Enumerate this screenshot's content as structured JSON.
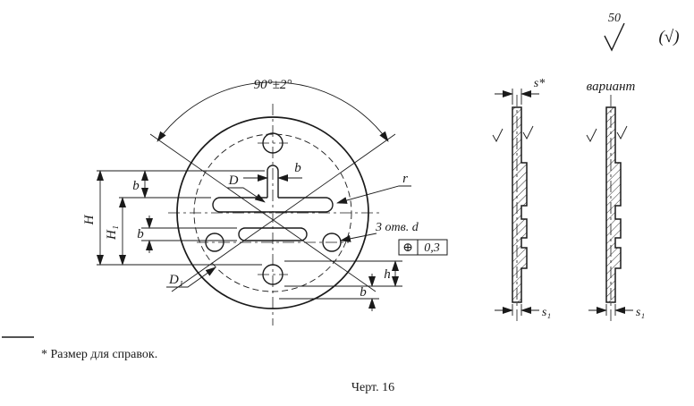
{
  "drawing": {
    "finish": {
      "value": "50",
      "alt": "(√)"
    },
    "front": {
      "angle": "90°±2°",
      "b_top": "b",
      "d_label": "D",
      "r_label": "r",
      "h_cap": "H",
      "h1": "H₁",
      "b_left_upper": "b",
      "b_left_lower": "b",
      "d1": "D₁",
      "holes_note": "3 отв. d",
      "tolerance": {
        "symbol": "⊕",
        "value": "0,3"
      },
      "h_small": "h",
      "b_right": "b"
    },
    "sections": {
      "s_star": "s*",
      "s1_primary": "s₁",
      "s1_variant": "s₁",
      "variant_label": "вариант"
    },
    "footnote": "* Размер для справок.",
    "caption": "Черт. 16"
  }
}
